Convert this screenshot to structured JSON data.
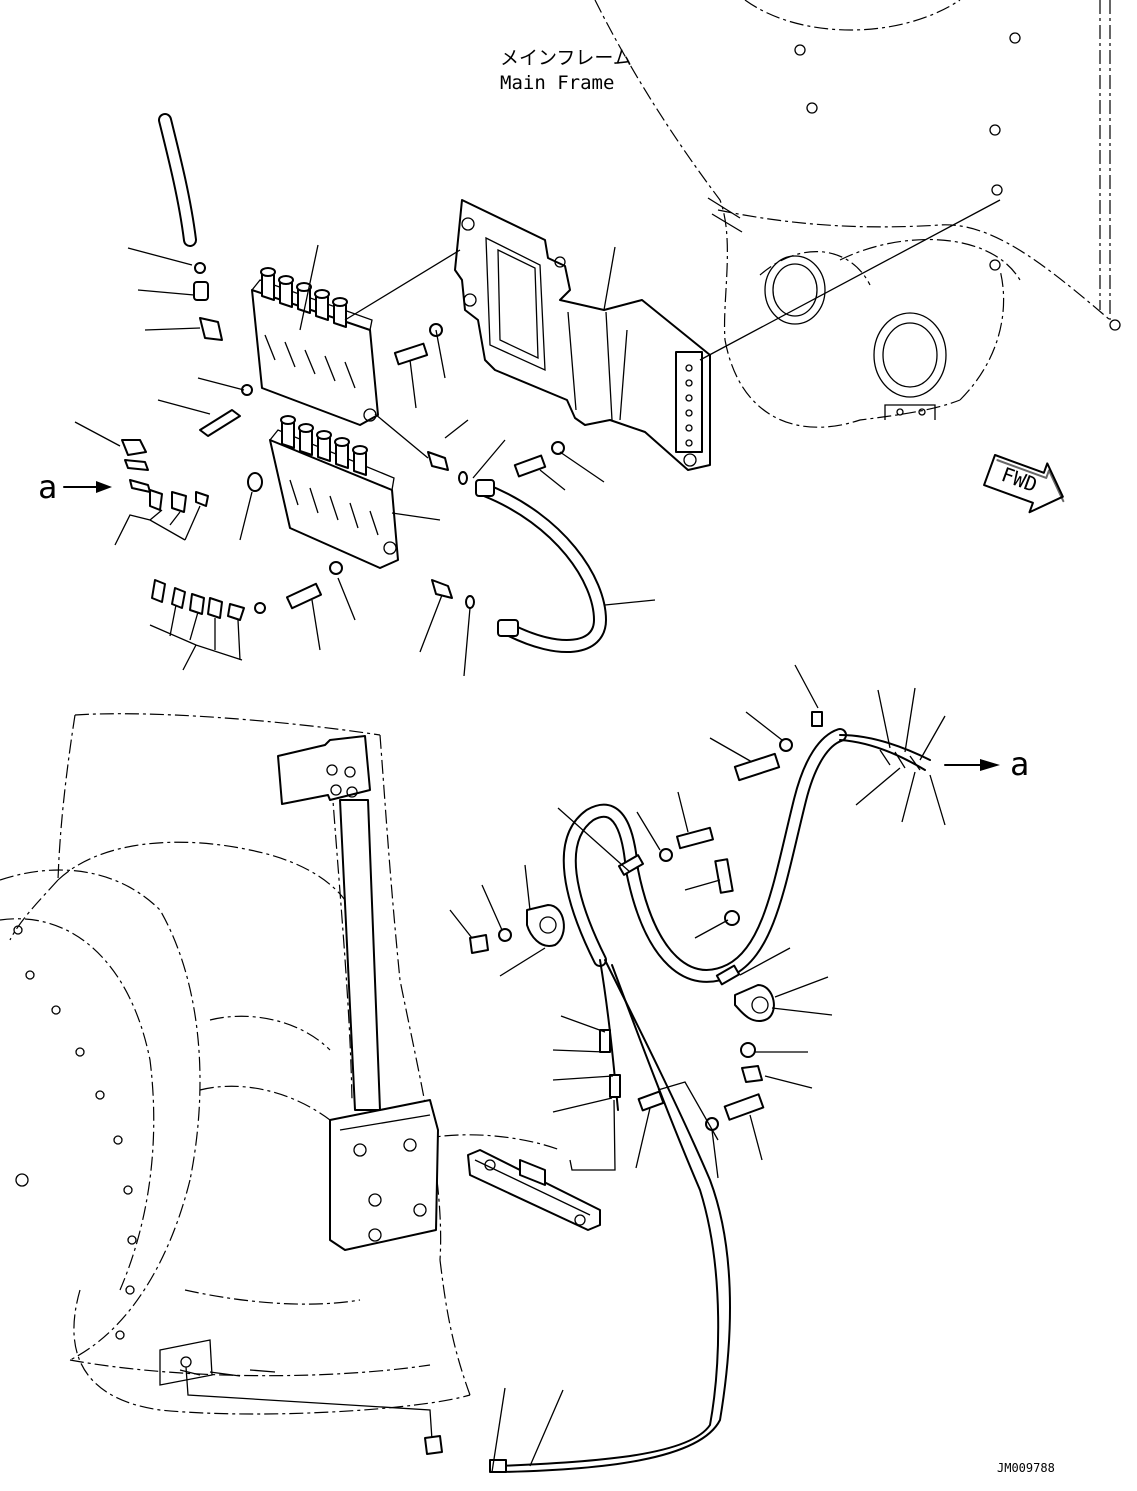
{
  "frame_label_jp": "メインフレーム",
  "frame_label_en": "Main Frame",
  "fwd_label": "FWD",
  "callout_a_left": "a",
  "callout_a_right": "a",
  "drawing_code": "JM009788"
}
